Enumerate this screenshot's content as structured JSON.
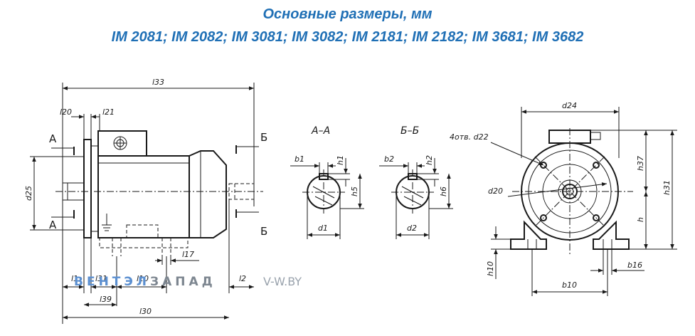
{
  "title": {
    "line1": "Основные размеры, мм",
    "line2": "IM 2081; IM 2082; IM 3081; IM 3082; IM 2181; IM 2182; IM 3681; IM 3682"
  },
  "colors": {
    "title": "#1f6fb5",
    "line": "#1a1a1a",
    "watermark_blue": "#5b8fd0",
    "watermark_gray": "#9aa3ad"
  },
  "side_view": {
    "labels": {
      "l33": "l33",
      "l20": "l20",
      "l21": "l21",
      "d25": "d25",
      "l17": "l17",
      "l1": "l1",
      "l31": "l31",
      "l10": "l10",
      "l2": "l2",
      "l39": "l39",
      "l30": "l30",
      "sec_a_top": "А",
      "sec_a_bottom": "А",
      "sec_b_top": "Б",
      "sec_b_bottom": "Б"
    }
  },
  "section_aa": {
    "title": "А–А",
    "labels": {
      "b1": "b1",
      "h1": "h1",
      "h5": "h5",
      "d1": "d1"
    }
  },
  "section_bb": {
    "title": "Б–Б",
    "labels": {
      "b2": "b2",
      "h2": "h2",
      "h6": "h6",
      "d2": "d2"
    }
  },
  "front_view": {
    "labels": {
      "d24": "d24",
      "holes": "4отв. d22",
      "d20": "d20",
      "h37": "h37",
      "h31": "h31",
      "h": "h",
      "h10": "h10",
      "b16": "b16",
      "b10": "b10"
    }
  },
  "watermark": {
    "brand_part1": "ВЕНТЭЛ",
    "brand_part2": "ЗАПАД",
    "site": "V-W.BY"
  }
}
